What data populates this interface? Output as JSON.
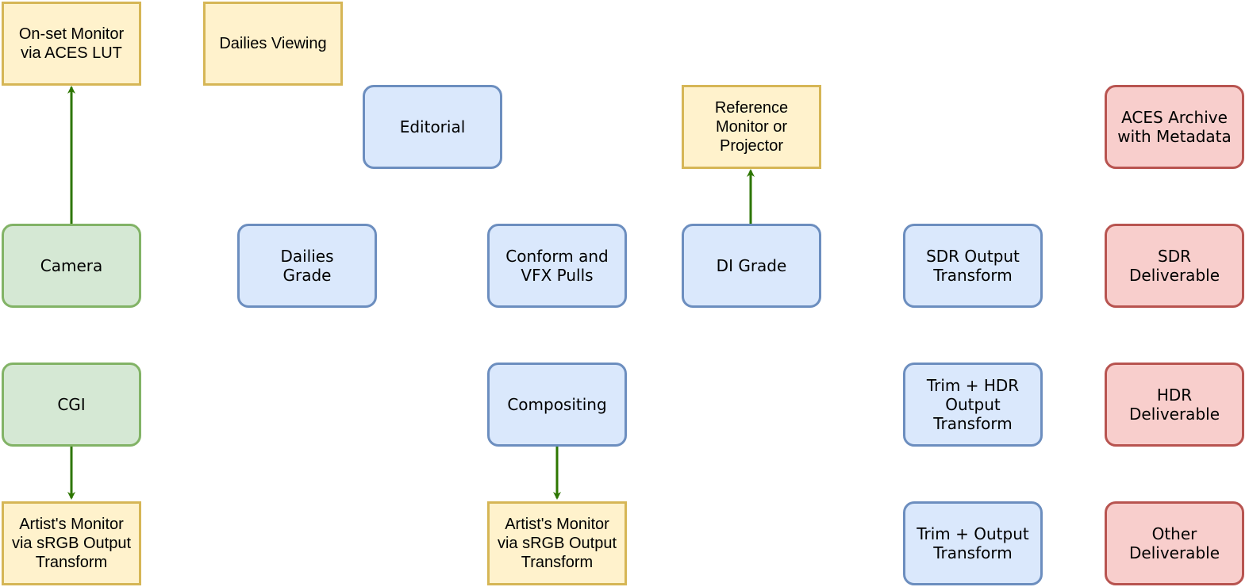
{
  "colors": {
    "source": {
      "fill": "#d5e8d4",
      "stroke": "#82b366"
    },
    "process": {
      "fill": "#dae8fc",
      "stroke": "#6c8ebf"
    },
    "monitor": {
      "fill": "#fff2cc",
      "stroke": "#d6b656"
    },
    "deliverable": {
      "fill": "#f8cecc",
      "stroke": "#b85450"
    },
    "arrow": "#2d7600"
  },
  "nodes": {
    "onset_monitor": {
      "label": "On-set Monitor\nvia ACES LUT",
      "kind": "monitor"
    },
    "dailies_viewing": {
      "label": "Dailies Viewing",
      "kind": "monitor"
    },
    "editorial": {
      "label": "Editorial",
      "kind": "process"
    },
    "reference_monitor": {
      "label": "Reference\nMonitor or\nProjector",
      "kind": "monitor"
    },
    "aces_archive": {
      "label": "ACES Archive\nwith Metadata",
      "kind": "deliverable"
    },
    "camera": {
      "label": "Camera",
      "kind": "source"
    },
    "dailies_grade": {
      "label": "Dailies\nGrade",
      "kind": "process"
    },
    "conform_vfx": {
      "label": "Conform and\nVFX Pulls",
      "kind": "process"
    },
    "di_grade": {
      "label": "DI Grade",
      "kind": "process"
    },
    "sdr_output": {
      "label": "SDR Output\nTransform",
      "kind": "process"
    },
    "sdr_deliverable": {
      "label": "SDR\nDeliverable",
      "kind": "deliverable"
    },
    "cgi": {
      "label": "CGI",
      "kind": "source"
    },
    "compositing": {
      "label": "Compositing",
      "kind": "process"
    },
    "trim_hdr": {
      "label": "Trim + HDR\nOutput\nTransform",
      "kind": "process"
    },
    "hdr_deliverable": {
      "label": "HDR\nDeliverable",
      "kind": "deliverable"
    },
    "artist_monitor_cgi": {
      "label": "Artist's Monitor\nvia sRGB Output\nTransform",
      "kind": "monitor"
    },
    "artist_monitor_comp": {
      "label": "Artist's Monitor\nvia sRGB Output\nTransform",
      "kind": "monitor"
    },
    "trim_output": {
      "label": "Trim + Output\nTransform",
      "kind": "process"
    },
    "other_deliverable": {
      "label": "Other\nDeliverable",
      "kind": "deliverable"
    }
  },
  "edges": [
    {
      "from": "camera",
      "to": "onset_monitor"
    },
    {
      "from": "cgi",
      "to": "artist_monitor_cgi"
    },
    {
      "from": "di_grade",
      "to": "reference_monitor"
    },
    {
      "from": "compositing",
      "to": "artist_monitor_comp"
    }
  ]
}
